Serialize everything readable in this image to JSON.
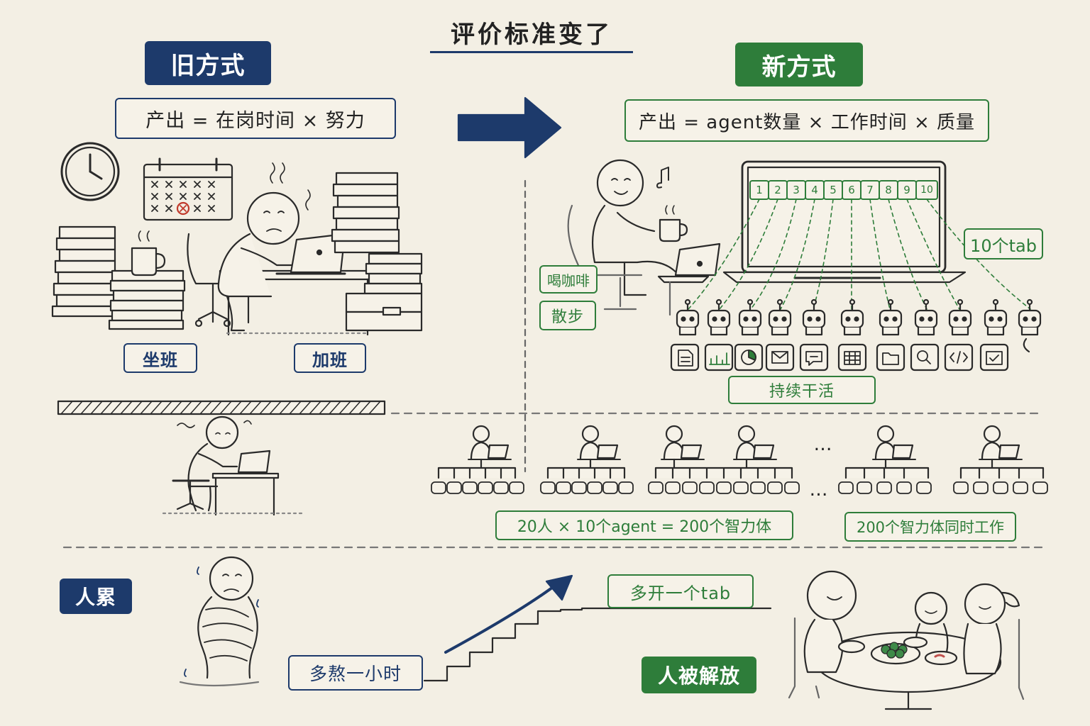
{
  "title": "评价标准变了",
  "old": {
    "header": "旧方式",
    "formula": "产出 = 在岗时间 × 努力",
    "tag_sit": "坐班",
    "tag_overtime": "加班",
    "tag_tired": "人累",
    "tag_hour": "多熬一小时"
  },
  "new": {
    "header": "新方式",
    "formula": "产出 = agent数量 × 工作时间 × 质量",
    "tabs": [
      "1",
      "2",
      "3",
      "4",
      "5",
      "6",
      "7",
      "8",
      "9",
      "10"
    ],
    "tag_tabs": "10个tab",
    "tag_coffee": "喝咖啡",
    "tag_walk": "散步",
    "tag_continuous": "持续干活",
    "ellipsis": "…",
    "equation": "20人 × 10个agent = 200个智力体",
    "parallel": "200个智力体同时工作",
    "tag_more_tab": "多开一个tab",
    "tag_freed": "人被解放"
  },
  "colors": {
    "navy": "#1d3a6b",
    "green": "#2e7d3a",
    "background": "#f3efe4",
    "ink": "#222222"
  }
}
